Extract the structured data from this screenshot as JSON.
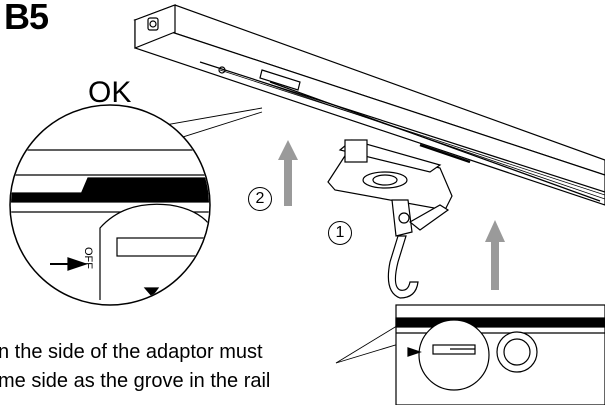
{
  "figure": {
    "step_label": "B5",
    "ok_label": "OK",
    "step_numbers": [
      "1",
      "2"
    ],
    "switch_label": "OFF",
    "caption_lines": [
      "n the side of the adaptor must",
      "me side as the grove in the rail"
    ],
    "colors": {
      "line": "#000000",
      "arrow": "#9a9a9a",
      "background": "#ffffff"
    }
  }
}
